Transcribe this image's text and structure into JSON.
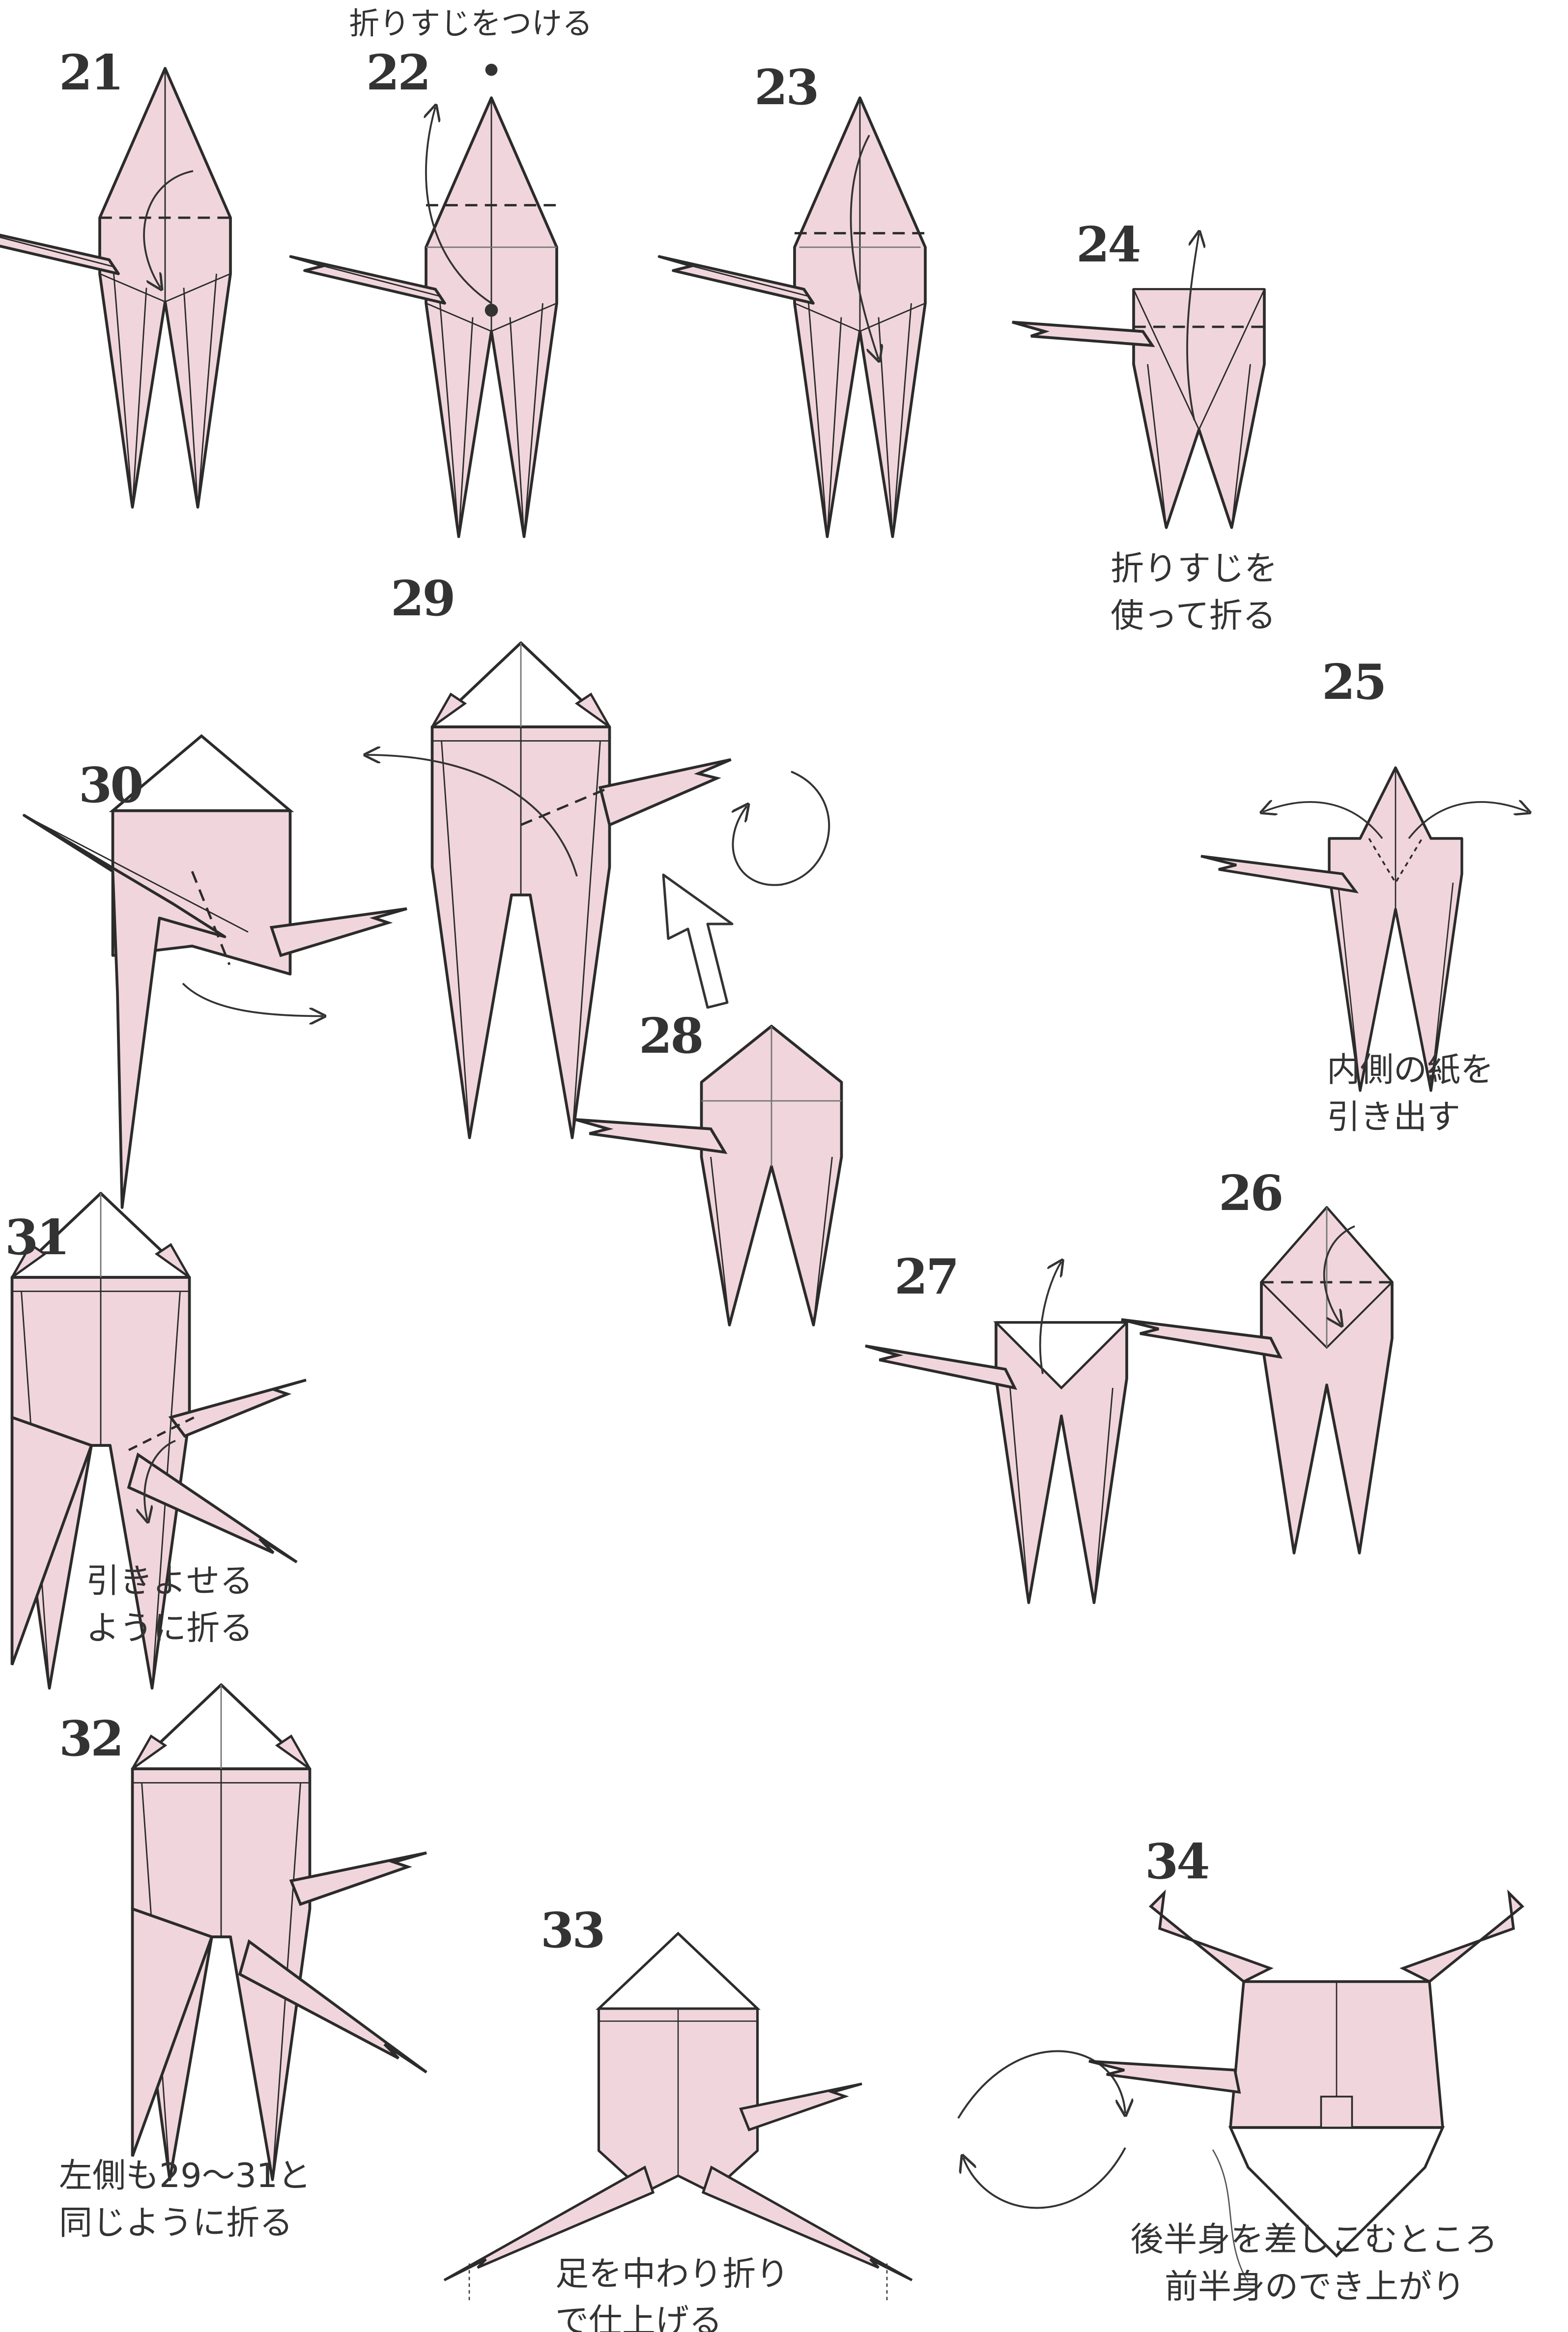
{
  "steps": {
    "s21": "21",
    "s22": "22",
    "s23": "23",
    "s24": "24",
    "s25": "25",
    "s26": "26",
    "s27": "27",
    "s28": "28",
    "s29": "29",
    "s30": "30",
    "s31": "31",
    "s32": "32",
    "s33": "33",
    "s34": "34"
  },
  "captions": {
    "s22": "折りすじをつける",
    "s24_line1": "折りすじを",
    "s24_line2": "使って折る",
    "s25_line1": "内側の紙を",
    "s25_line2": "引き出す",
    "s31_line1": "引きよせる",
    "s31_line2": "ように折る",
    "s32_line1": "左側も29～31と",
    "s32_line2": "同じように折る",
    "s33_line1": "足を中わり折り",
    "s33_line2": "で仕上げる",
    "s34_line1": "後半身を差しこむところ",
    "s34_line2": "前半身のでき上がり"
  },
  "colors": {
    "paper": "#f0d6dc",
    "outline": "#2b2b2b",
    "white_side": "#ffffff"
  },
  "icons": [
    "turn-over-icon",
    "rotate-icon",
    "pointing-hand-icon",
    "fold-arrow-icon"
  ]
}
